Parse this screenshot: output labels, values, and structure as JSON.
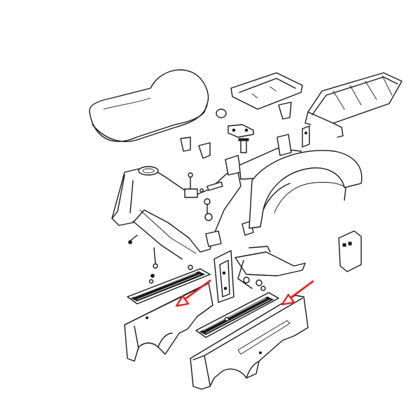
{
  "diagram": {
    "type": "exploded-parts-drawing",
    "parts": [
      "seat",
      "seat-tray",
      "rear-luggage-rack",
      "rear-fender",
      "frame",
      "fuel-tap",
      "left-floorboard",
      "right-floorboard",
      "left-side-cover",
      "right-side-cover",
      "center-stand",
      "small-bracket-plate"
    ],
    "highlighted_parts": [
      "left-side-cover",
      "right-side-cover"
    ],
    "arrow_color": "#e52421",
    "line_color": "#1a1a1a"
  }
}
